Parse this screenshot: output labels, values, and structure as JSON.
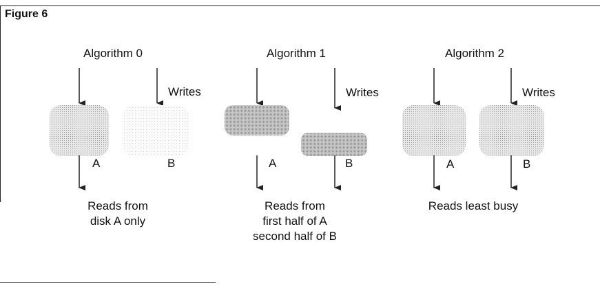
{
  "figure": {
    "label": "Figure 6"
  },
  "algorithms": [
    {
      "title": "Algorithm 0",
      "writes_label": "Writes",
      "disk_a_label": "A",
      "disk_b_label": "B",
      "caption": [
        "Reads from",
        "disk A only"
      ]
    },
    {
      "title": "Algorithm 1",
      "writes_label": "Writes",
      "disk_a_label": "A",
      "disk_b_label": "B",
      "caption": [
        "Reads from",
        "first half of A",
        "second half of B"
      ]
    },
    {
      "title": "Algorithm 2",
      "writes_label": "Writes",
      "disk_a_label": "A",
      "disk_b_label": "B",
      "caption": [
        "Reads least busy"
      ]
    }
  ],
  "colors": {
    "line": "#222222",
    "disk_light": "#d9d9d9",
    "disk_dark": "#b5b5b5",
    "disk_faint": "#f1f1f1"
  }
}
